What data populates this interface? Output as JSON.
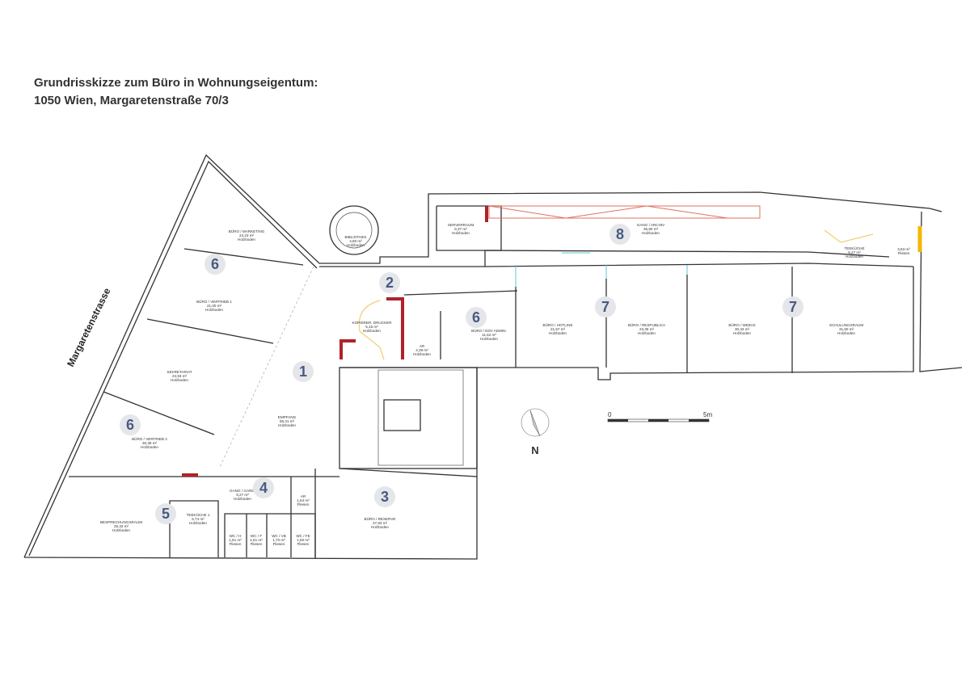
{
  "title": {
    "line1": "Grundrisskizze zum Büro in Wohnungseigentum:",
    "line2": "1050 Wien, Margaretenstraße 70/3"
  },
  "street": "Margaretenstrasse",
  "north_label": "N",
  "scale": {
    "start": "0",
    "end": "5m"
  },
  "colors": {
    "badge_fill": "#e4e6ea",
    "badge_text": "#4a5a80",
    "new_wall": "#b0222a",
    "demolish": "#f0d070",
    "glass": "#5cc8d0"
  },
  "rooms": [
    {
      "name": "BÜRO / MARKETING",
      "area": "24,23 m²",
      "floor": "Holzboden"
    },
    {
      "name": "BÜRO / VERTRIEB 1",
      "area": "21,00 m²",
      "floor": "Holzboden"
    },
    {
      "name": "SEKRETARIAT",
      "area": "24,93 m²",
      "floor": "Holzboden"
    },
    {
      "name": "BÜRO / VERTRIEB 2",
      "area": "30,38 m²",
      "floor": "Holzboden"
    },
    {
      "name": "EMPFANG",
      "area": "56,31 m²",
      "floor": "Holzboden"
    },
    {
      "name": "BIBLIOTHEK",
      "area": "4,80 m²",
      "floor": "Holzboden"
    },
    {
      "name": "SERVERRAUM",
      "area": "6,37 m²",
      "floor": "Holzboden"
    },
    {
      "name": "GANG / ARCHIV",
      "area": "36,80 m²",
      "floor": "Holzboden"
    },
    {
      "name": "KOPIERER, DRUCKER",
      "area": "5,16 m²",
      "floor": "Holzboden"
    },
    {
      "name": "AR",
      "area": "4,39 m²",
      "floor": "Holzboden"
    },
    {
      "name": "BÜRO / EDV ADMIN.",
      "area": "11,62 m²",
      "floor": "Holzboden"
    },
    {
      "name": "BÜRO / HOTLINE",
      "area": "21,57 m²",
      "floor": "Holzboden"
    },
    {
      "name": "BÜRO / RESPUBLICA",
      "area": "23,35 m²",
      "floor": "Holzboden"
    },
    {
      "name": "BÜRO / WEIKIS",
      "area": "30,33 m²",
      "floor": "Holzboden"
    },
    {
      "name": "SCHULUNGSRAUM",
      "area": "31,60 m²",
      "floor": "Holzboden"
    },
    {
      "name": "TEEKÜCHE",
      "area": "5,27 m²",
      "floor": "Holzboden"
    },
    {
      "name": "",
      "area": "3,63 m²",
      "floor": "Fliesen"
    },
    {
      "name": "BESPRECHUNGSRAUM",
      "area": "25,33 m²",
      "floor": "Holzboden"
    },
    {
      "name": "TEEKÜCHE 1",
      "area": "5,74 m²",
      "floor": "Holzboden"
    },
    {
      "name": "GANG / GARD.",
      "area": "9,27 m²",
      "floor": "Holzboden"
    },
    {
      "name": "AR",
      "area": "1,64 m²",
      "floor": "Fliesen"
    },
    {
      "name": "WC / H",
      "area": "1,61 m²",
      "floor": "Fliesen"
    },
    {
      "name": "WC / F",
      "area": "1,61 m²",
      "floor": "Fliesen"
    },
    {
      "name": "WC / VB",
      "area": "1,70 m²",
      "floor": "Fliesen"
    },
    {
      "name": "WC / FE",
      "area": "1,60 m²",
      "floor": "Fliesen"
    },
    {
      "name": "BÜRO / RESERVE",
      "area": "27,93 m²",
      "floor": "Holzboden"
    }
  ],
  "badges": [
    "1",
    "2",
    "3",
    "4",
    "5",
    "6",
    "6",
    "6",
    "7",
    "7",
    "8"
  ]
}
